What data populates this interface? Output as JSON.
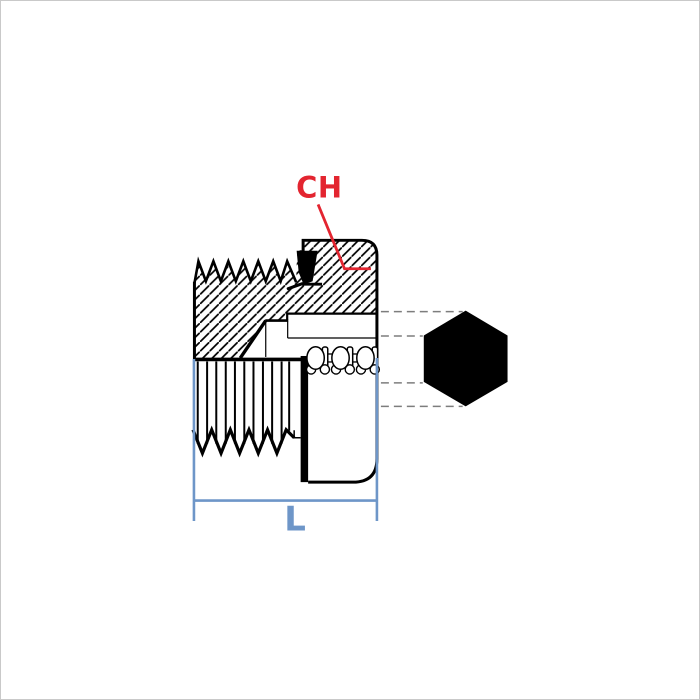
{
  "figure": {
    "type": "technical-drawing",
    "labels": {
      "wrench_callout": "CH",
      "length_dimension": "L"
    },
    "colors": {
      "callout_red": "#e32530",
      "dimension_blue": "#6e96c8",
      "drawing_black": "#000000",
      "projection_gray": "#7d7d7d",
      "background": "#ffffff",
      "border_gray": "#c9c9c9"
    },
    "parts": [
      "external-thread-section",
      "o-ring-seal",
      "plug-body",
      "internal-hex-socket",
      "hex-across-flats-profile",
      "length-dimension-L",
      "wrench-size-callout-CH"
    ]
  }
}
